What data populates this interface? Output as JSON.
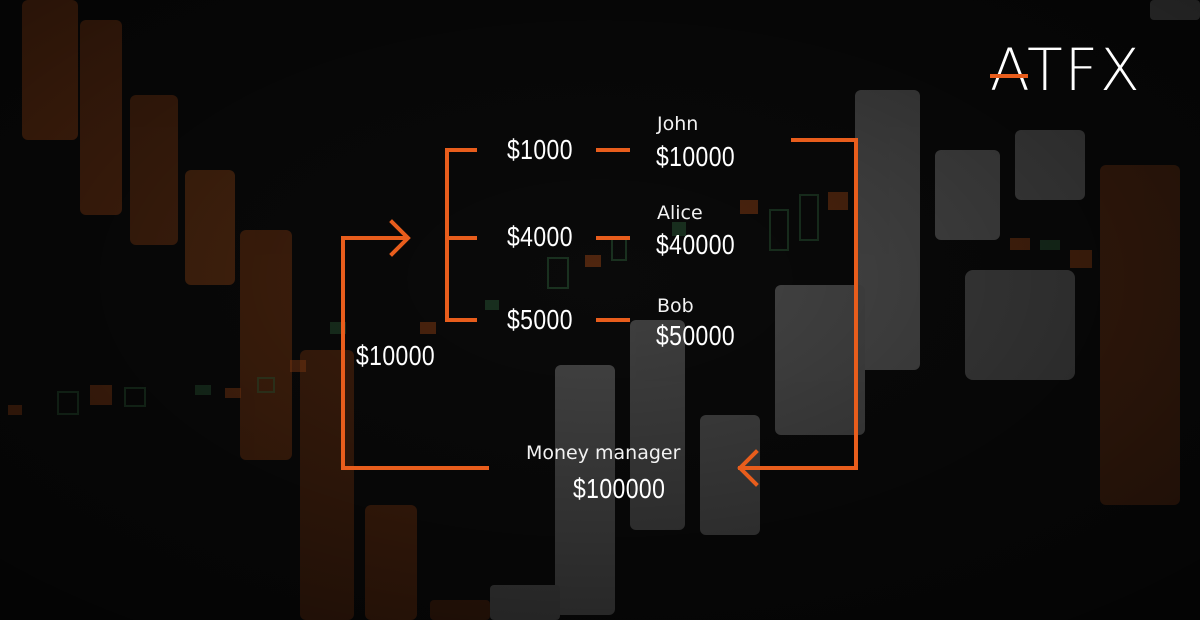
{
  "brand": {
    "logo_text": "ATFX",
    "accent_color": "#e85d1c"
  },
  "diagram": {
    "investors": [
      {
        "investment": "$1000",
        "name": "John",
        "balance": "$10000"
      },
      {
        "investment": "$4000",
        "name": "Alice",
        "balance": "$40000"
      },
      {
        "investment": "$5000",
        "name": "Bob",
        "balance": "$50000"
      }
    ],
    "pooled_amount": "$10000",
    "manager": {
      "label": "Money manager",
      "balance": "$100000"
    }
  },
  "background": {
    "description_colors": [
      "#e85d1c",
      "#d9d9d9",
      "#2a7a3a"
    ]
  }
}
